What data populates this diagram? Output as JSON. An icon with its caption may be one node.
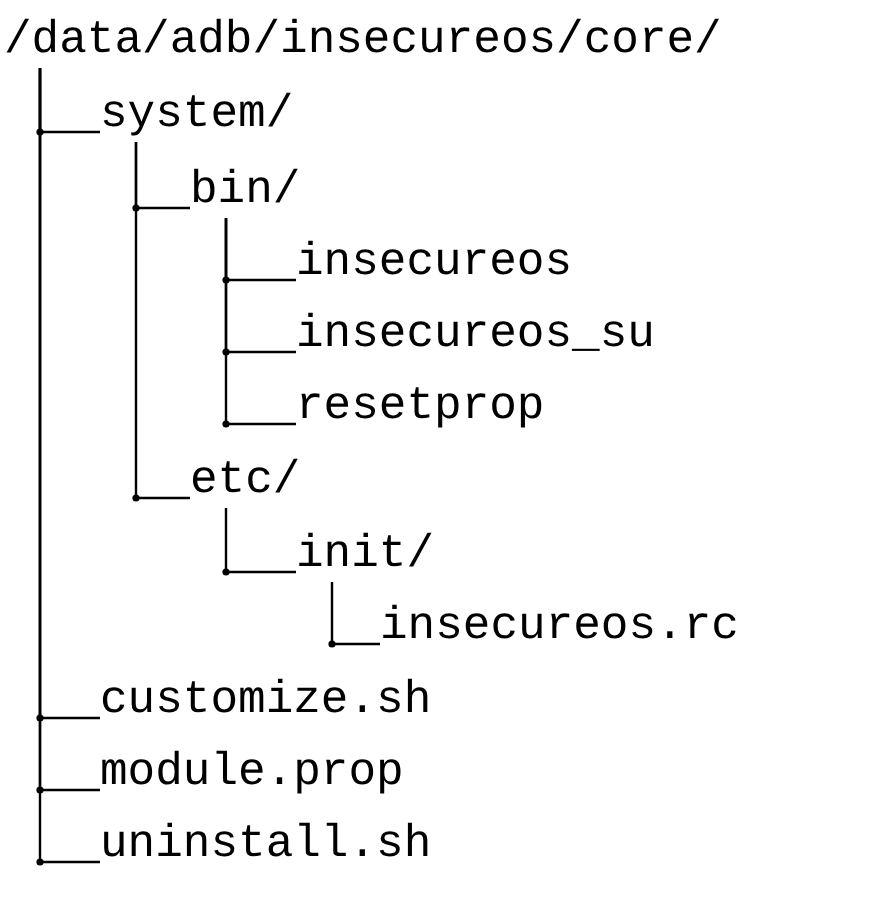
{
  "diagram": {
    "nodes": [
      {
        "text": [
          "/data/adb/insecureos/core/"
        ]
      },
      {
        "text": [
          "system/"
        ]
      },
      {
        "text": [
          "bin/"
        ]
      },
      {
        "text": [
          "insecureos"
        ]
      },
      {
        "text": [
          "insecureos_su"
        ]
      },
      {
        "text": [
          "resetprop"
        ]
      },
      {
        "text": [
          "etc/"
        ]
      },
      {
        "text": [
          "init/"
        ]
      },
      {
        "text": [
          "insecureos.rc"
        ]
      },
      {
        "text": [
          "customize.sh"
        ]
      },
      {
        "text": [
          "module.prop"
        ]
      },
      {
        "text": [
          "uninstall.sh"
        ]
      }
    ],
    "edges": [
      {
        "from": 0,
        "to": 1,
        "arrow": "none"
      },
      {
        "from": 1,
        "to": 2,
        "arrow": "none"
      },
      {
        "from": 2,
        "to": 3,
        "arrow": "none"
      },
      {
        "from": 2,
        "to": 4,
        "arrow": "none"
      },
      {
        "from": 2,
        "to": 5,
        "arrow": "none"
      },
      {
        "from": 1,
        "to": 6,
        "arrow": "none"
      },
      {
        "from": 6,
        "to": 7,
        "arrow": "none"
      },
      {
        "from": 7,
        "to": 8,
        "arrow": "none"
      },
      {
        "from": 0,
        "to": 9,
        "arrow": "none"
      },
      {
        "from": 0,
        "to": 10,
        "arrow": "none"
      },
      {
        "from": 0,
        "to": 11,
        "arrow": "none"
      }
    ]
  }
}
